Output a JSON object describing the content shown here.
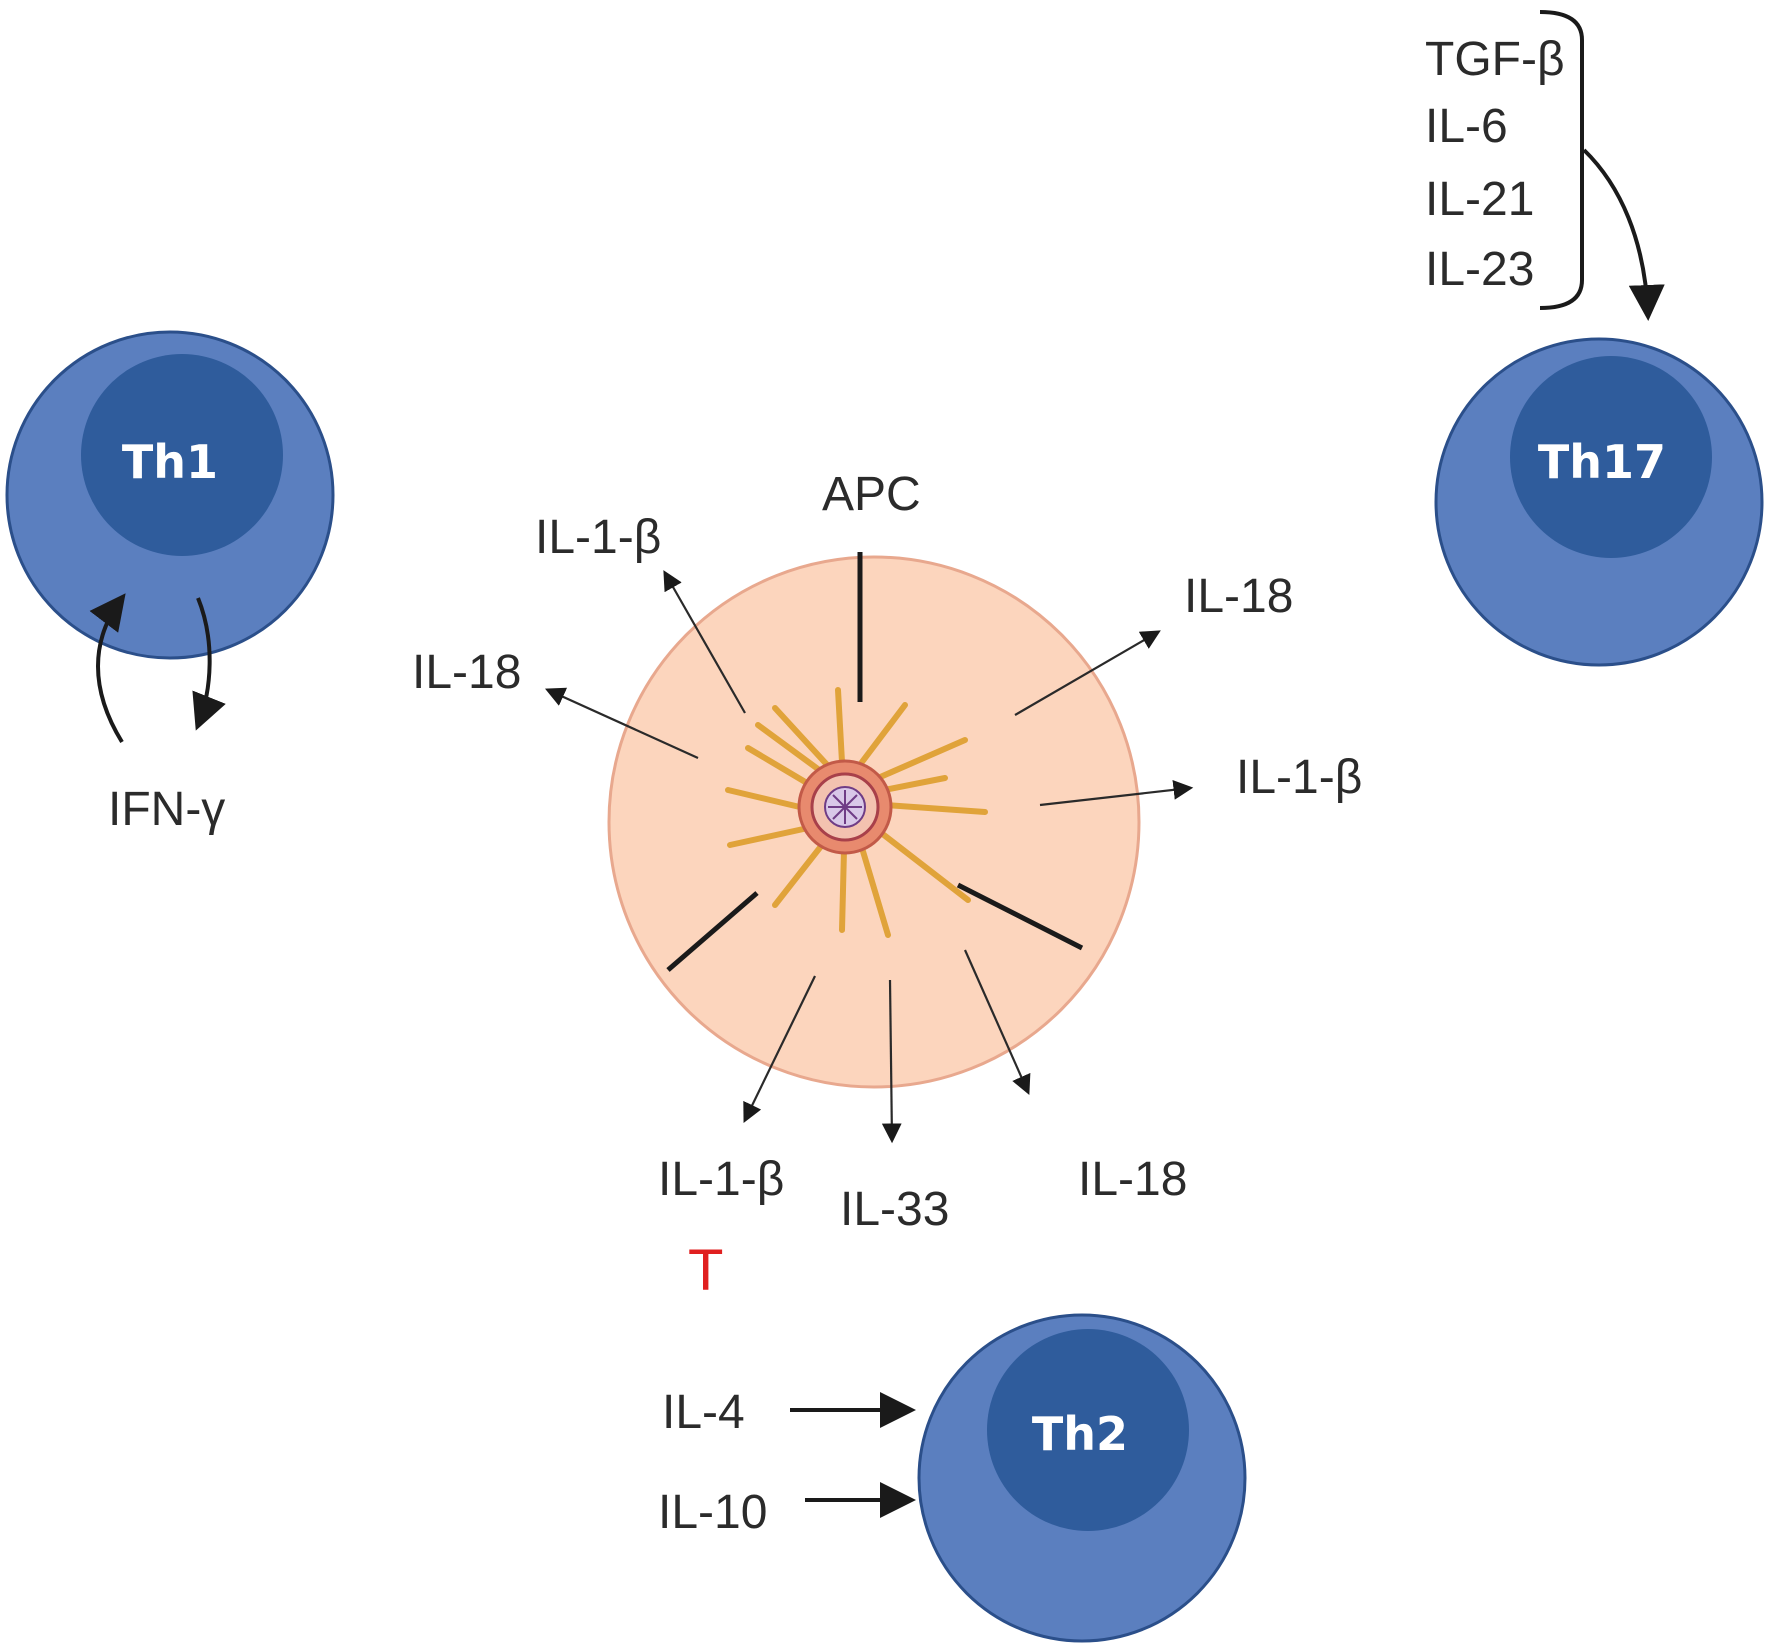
{
  "cells": {
    "th1": {
      "label": "Th1"
    },
    "th17": {
      "label": "Th17"
    },
    "th2": {
      "label": "Th2"
    }
  },
  "apc": {
    "label": "APC"
  },
  "labels": {
    "ifn_gamma": "IFN-γ",
    "il1b_top_left": "IL-1-β",
    "il18_left": "IL-18",
    "il18_top_right": "IL-18",
    "il1b_right": "IL-1-β",
    "il1b_bottom": "IL-1-β",
    "il33_bottom": "IL-33",
    "il18_bottom": "IL-18",
    "inhibit_mark": "T",
    "il4": "IL-4",
    "il10": "IL-10",
    "th17_inputs": [
      "TGF-β",
      "IL-6",
      "IL-21",
      "IL-23"
    ]
  },
  "colors": {
    "cell_outer": "#5b7fbf",
    "cell_inner": "#2f5c9c",
    "cell_border": "#2b4f8a",
    "apc_fill": "#fcd5bd",
    "apc_border": "#e8a88e",
    "spoke": "#e0a33a",
    "inhibit": "#e02020"
  }
}
